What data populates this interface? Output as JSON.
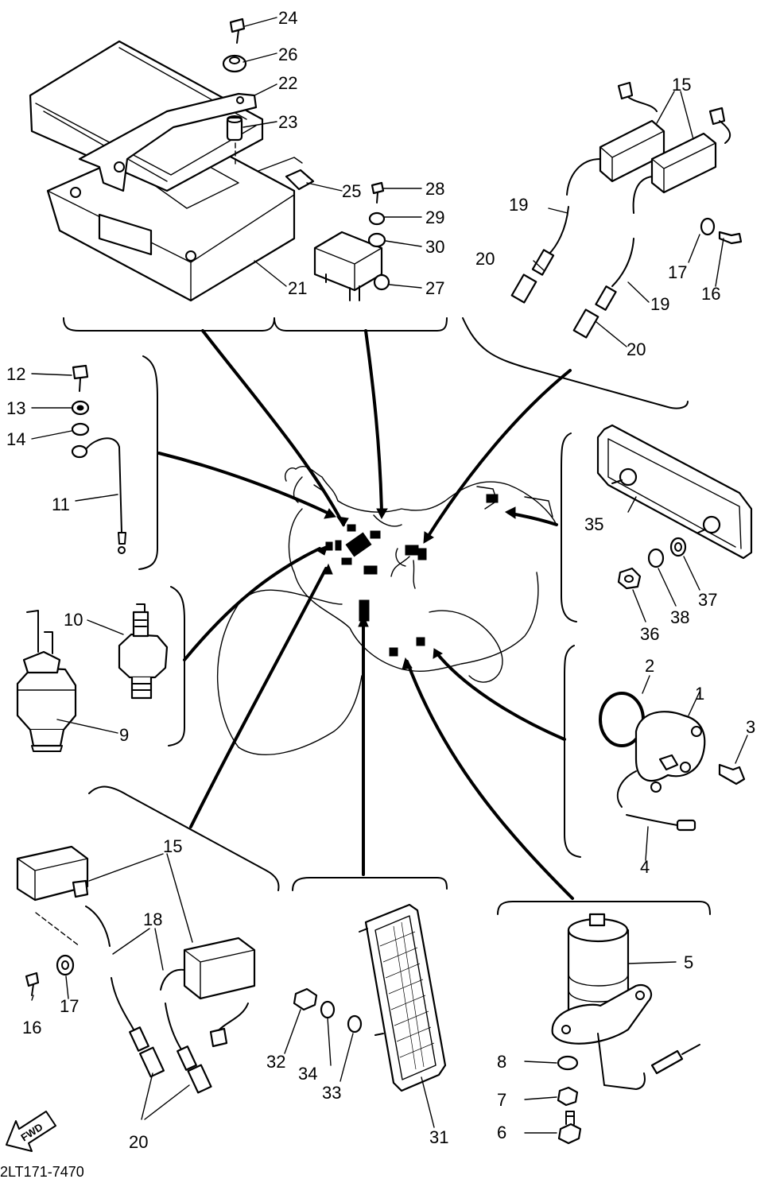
{
  "labels": {
    "n1": "1",
    "n2": "2",
    "n3": "3",
    "n4": "4",
    "n5": "5",
    "n6": "6",
    "n7": "7",
    "n8": "8",
    "n9": "9",
    "n10": "10",
    "n11": "11",
    "n12": "12",
    "n13": "13",
    "n14": "14",
    "n15": "15",
    "n16": "16",
    "n17": "17",
    "n18": "18",
    "n19": "19",
    "n20": "20",
    "n21": "21",
    "n22": "22",
    "n23": "23",
    "n24": "24",
    "n25": "25",
    "n26": "26",
    "n27": "27",
    "n28": "28",
    "n29": "29",
    "n30": "30",
    "n31": "31",
    "n32": "32",
    "n33": "33",
    "n34": "34",
    "n35": "35",
    "n36": "36",
    "n37": "37",
    "n38": "38"
  },
  "fwd_label": "FWD",
  "drawing_code": "2LT171-7470"
}
